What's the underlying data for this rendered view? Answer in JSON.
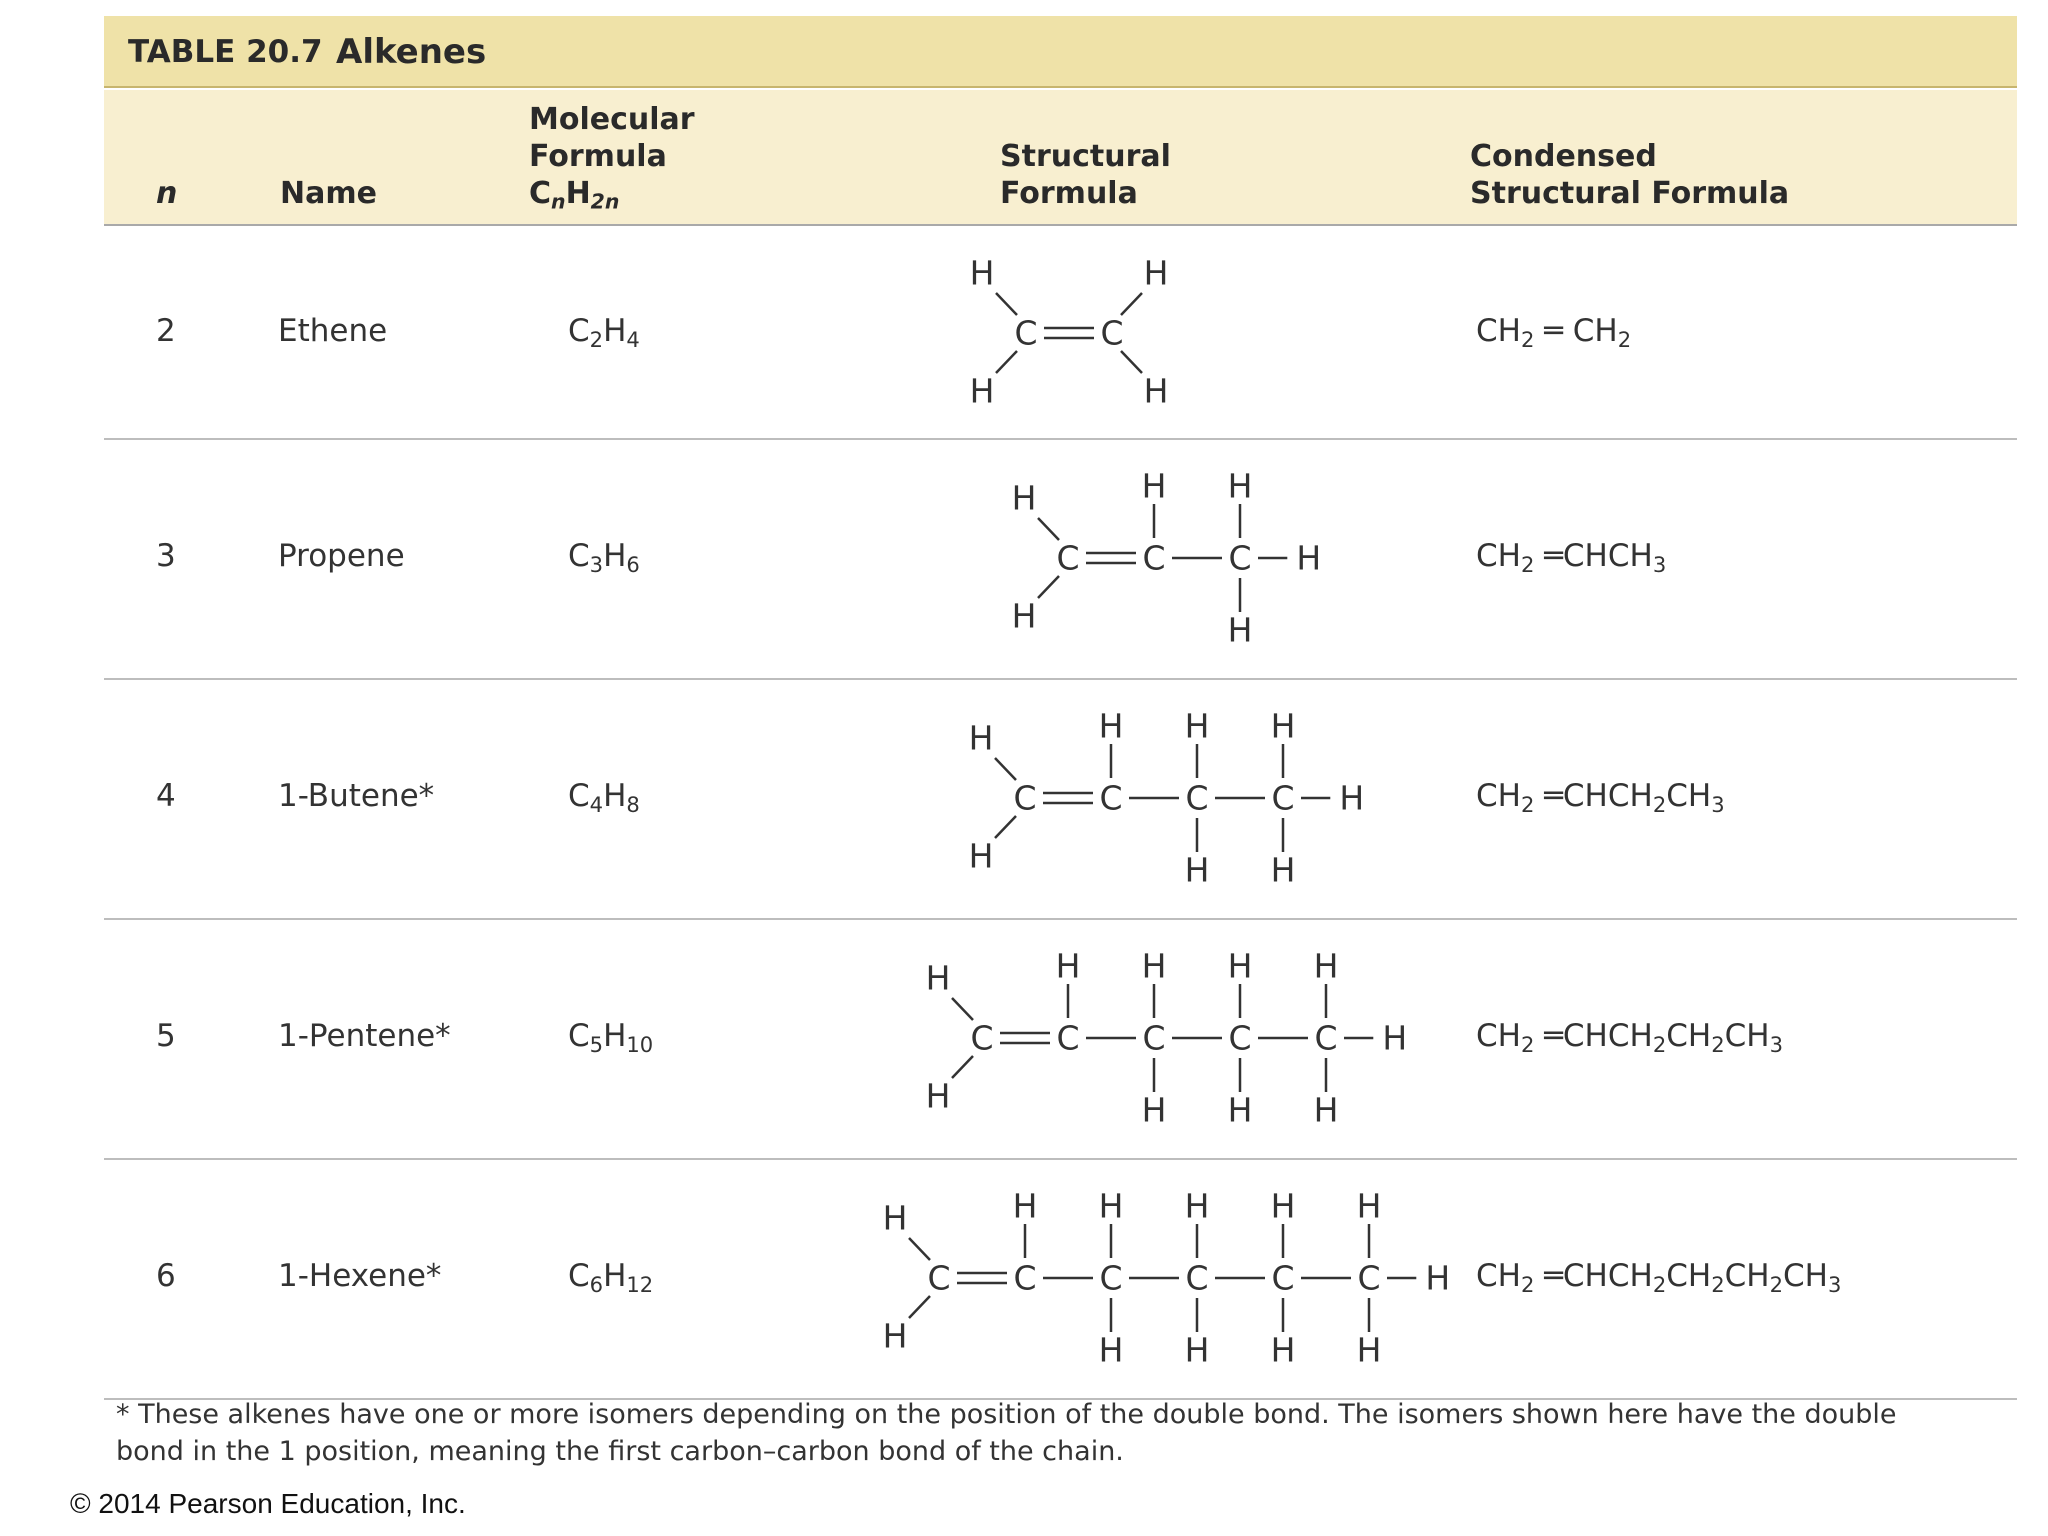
{
  "table": {
    "label": "TABLE 20.7",
    "title": "Alkenes",
    "colors": {
      "title_bg": "#efe2a8",
      "header_bg": "#f8efd0",
      "rule": "#bdbdbd"
    },
    "headers": {
      "n": "n",
      "name": "Name",
      "molecular": [
        "Molecular",
        "Formula",
        "CnH2n"
      ],
      "structural": [
        "Structural",
        "Formula"
      ],
      "condensed": [
        "Condensed",
        "Structural Formula"
      ]
    },
    "rows": [
      {
        "n": "2",
        "name": "Ethene",
        "molecular": "C2H4",
        "carbons": 2,
        "condensed": "CH2 ═ CH2"
      },
      {
        "n": "3",
        "name": "Propene",
        "molecular": "C3H6",
        "carbons": 3,
        "condensed": "CH2 ═CHCH3"
      },
      {
        "n": "4",
        "name": "1-Butene*",
        "molecular": "C4H8",
        "carbons": 4,
        "condensed": "CH2 ═CHCH2CH3"
      },
      {
        "n": "5",
        "name": "1-Pentene*",
        "molecular": "C5H10",
        "carbons": 5,
        "condensed": "CH2 ═CHCH2CH2CH3"
      },
      {
        "n": "6",
        "name": "1-Hexene*",
        "molecular": "C6H12",
        "carbons": 6,
        "condensed": "CH2 ═CHCH2CH2CH2CH3"
      }
    ],
    "atoms": {
      "carbon": "C",
      "hydrogen": "H"
    },
    "footnote": "* These alkenes have one or more isomers depending on the position of the double bond. The isomers shown here have the double bond in the 1 position, meaning the first carbon–carbon bond of the chain."
  },
  "copyright": "© 2014 Pearson Education, Inc."
}
